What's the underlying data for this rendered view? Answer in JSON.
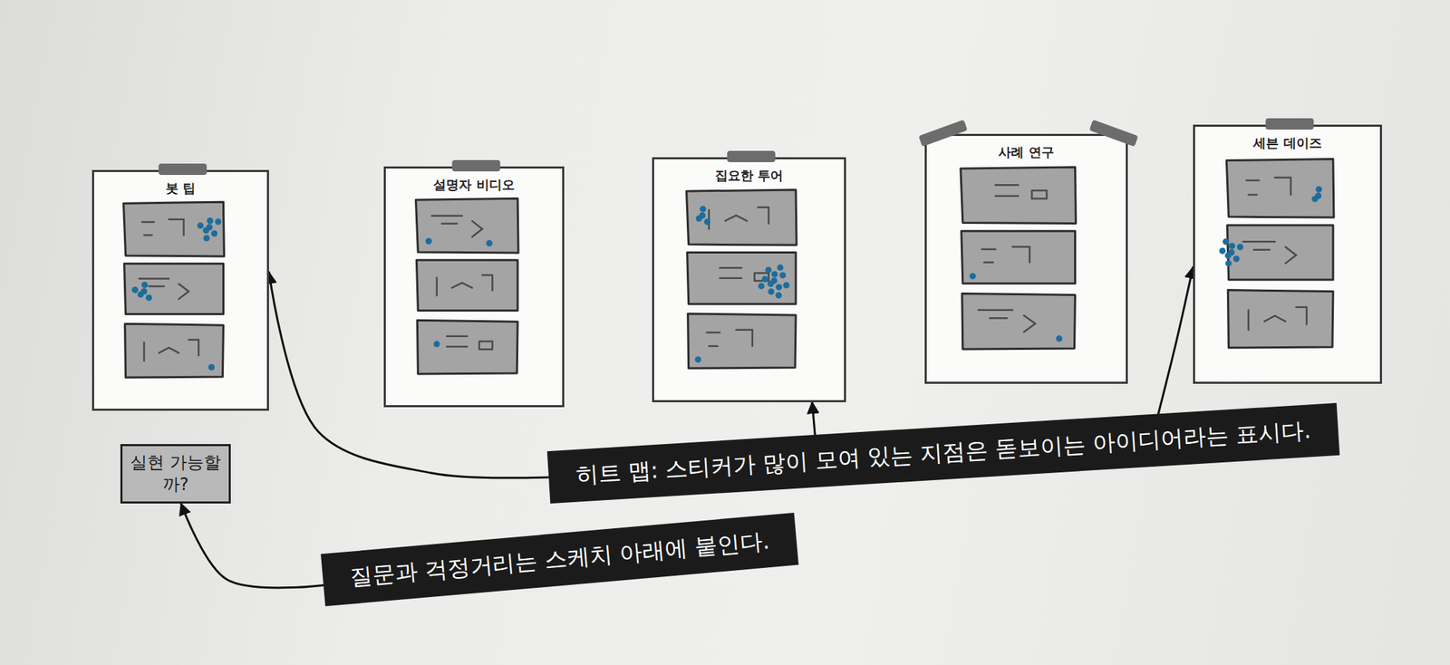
{
  "diagram": {
    "nodes": [
      {
        "text": [
          "봇 팁"
        ]
      },
      {
        "text": [
          "설명자 비디오"
        ]
      },
      {
        "text": [
          "집요한 투어"
        ]
      },
      {
        "text": [
          "사례 연구"
        ]
      },
      {
        "text": [
          "세븐 데이즈"
        ]
      },
      {
        "text": [
          "히트 맵: 스티커가 많이 모여 있는 지점은 돋보이는 아이디어라는 표시다."
        ]
      },
      {
        "text": [
          "실현 가능할까?"
        ]
      },
      {
        "text": [
          "질문과 걱정거리는 스케치 아래에 붙인다."
        ]
      }
    ],
    "edges": [
      {
        "from": 5,
        "to": 0,
        "arrow": "to"
      },
      {
        "from": 5,
        "to": 2,
        "arrow": "to"
      },
      {
        "from": 5,
        "to": 4,
        "arrow": "to"
      },
      {
        "from": 7,
        "to": 6,
        "arrow": "to"
      }
    ]
  }
}
